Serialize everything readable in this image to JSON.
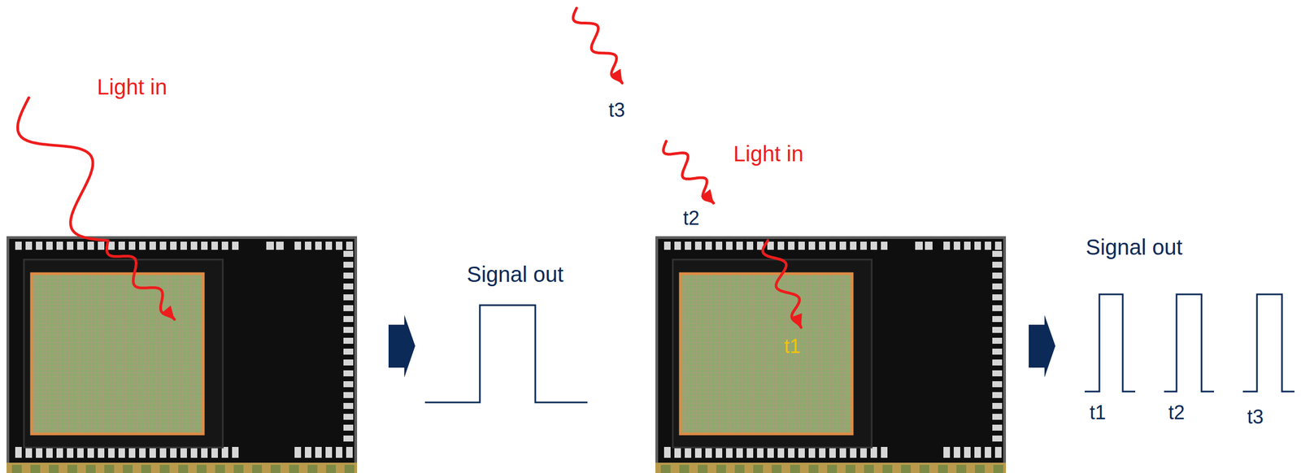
{
  "diagram": {
    "nodes": [
      {
        "text": [
          "t1"
        ]
      }
    ],
    "labels": [
      "Light in",
      "Signal out",
      "t3",
      "Light in",
      "t2",
      "Signal out",
      "t1",
      "t2",
      "t3"
    ]
  }
}
